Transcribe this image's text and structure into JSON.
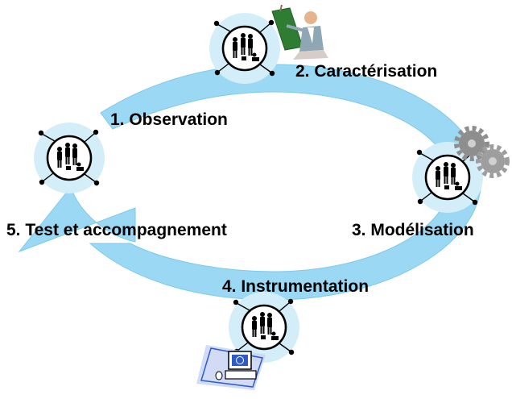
{
  "diagram": {
    "type": "cycle",
    "steps": [
      {
        "id": "observation",
        "label": "1. Observation"
      },
      {
        "id": "caracterisation",
        "label": "2. Caractérisation"
      },
      {
        "id": "modelisation",
        "label": "3. Modélisation"
      },
      {
        "id": "instrumentation",
        "label": "4. Instrumentation"
      },
      {
        "id": "test",
        "label": "5. Test et accompagnement"
      }
    ],
    "colors": {
      "arrow_fill": "#9BD8F3",
      "arrow_stroke": "#6EC3EC",
      "node_fill": "#D4EEF9",
      "icon_ring": "#000000",
      "board_green": "#2E7D32",
      "computer_blue": "#2E5BCB"
    },
    "icons": {
      "node": "people-network-icon",
      "presenter": "presenter-icon",
      "gears": "gears-icon",
      "computer": "computer-icon"
    }
  }
}
